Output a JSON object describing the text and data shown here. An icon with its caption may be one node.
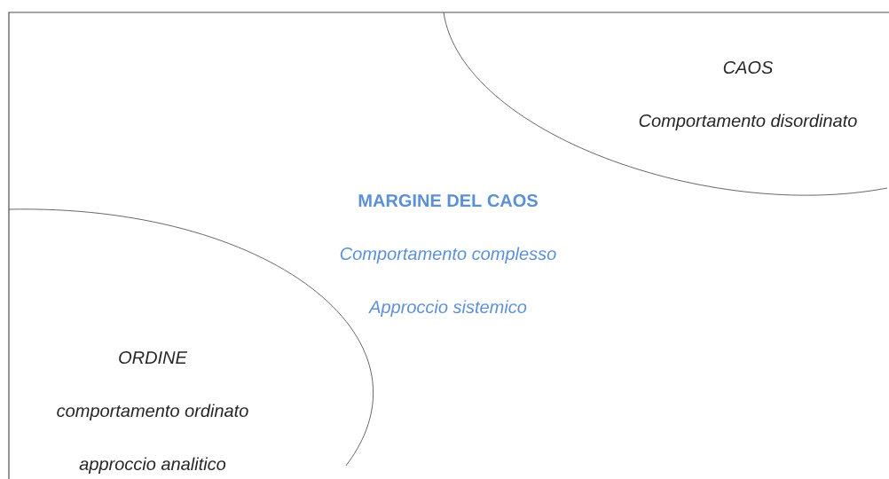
{
  "diagram": {
    "nodes": [
      {
        "text": [
          "CAOS",
          "Comportamento disordinato"
        ]
      },
      {
        "text": [
          "MARGINE DEL CAOS",
          "Comportamento complesso",
          "Approccio sistemico"
        ]
      },
      {
        "text": [
          "ORDINE",
          "comportamento ordinato",
          "approccio analitico"
        ]
      }
    ]
  }
}
